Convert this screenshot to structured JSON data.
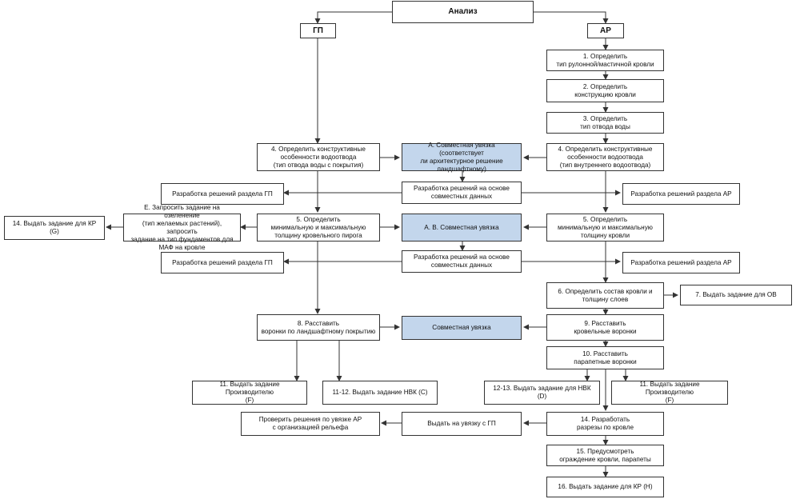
{
  "colors": {
    "highlight": "#c3d6ec",
    "line": "#333333"
  },
  "nodes": {
    "analiz": "Анализ",
    "gp": "ГП",
    "ar": "АР",
    "ar1": "1. Определить\nтип рулонной/мастичной кровли",
    "ar2": "2. Определить\nконструкцию кровли",
    "ar3": "3. Определить\nтип отвода воды",
    "ar4": "4. Определить конструктивные\nособенности водоотвода\n(тип внутреннего водоотвода)",
    "gp4": "4. Определить конструктивные\nособенности водоотвода\n(тип отвода воды с покрытия)",
    "joint_a": "А. Совместная увязка (соответствует\nли архитектурное решение\nландшафтному)",
    "mid_joint1": "Разработка решений на основе\nсовместных данных",
    "gp_dev1": "Разработка решений раздела ГП",
    "ar_dev1": "Разработка решений раздела АР",
    "e_task": "Е. Запросить задание на озеленение\n(тип желаемых растений), запросить\nзадание на тип фундаментов для\nМАФ на кровле",
    "kr_g": "14. Выдать задание для КР (G)",
    "gp5": "5. Определить\nминимальную и максимальную\nтолщину кровельного пирога",
    "joint_ab": "А. В. Совместная увязка",
    "ar5": "5. Определить\nминимальную и максимальную\nтолщину кровли",
    "gp_dev2": "Разработка решений раздела ГП",
    "mid_joint2": "Разработка решений на основе\nсовместных данных",
    "ar_dev2": "Разработка решений раздела АР",
    "ar6": "6. Определить состав кровли и\nтолщину слоев",
    "ov7": "7. Выдать задание для ОВ",
    "gp8": "8. Расставить\nворонки по ландшафтному покрытию",
    "joint_c": "Совместная увязка",
    "ar9": "9. Расставить\nкровельные воронки",
    "ar10": "10. Расставить\nпарапетные воронки",
    "gp11": "11. Выдать задание Производителю\n(F)",
    "gp1112": "11-12. Выдать  задание НВК (С)",
    "ar1213": "12-13. Выдать задание для НВК (D)",
    "ar11": "11. Выдать задание Производителю\n(F)",
    "gp_check": "Проверить решения по увязке АР\nс организацией рельефа",
    "issue_gp": "Выдать на увязку с ГП",
    "ar14": "14. Разработать\nразрезы по кровле",
    "ar15": "15. Предусмотреть\nограждение кровли, парапеты",
    "ar16": "16. Выдать задание для КР (Н)"
  }
}
